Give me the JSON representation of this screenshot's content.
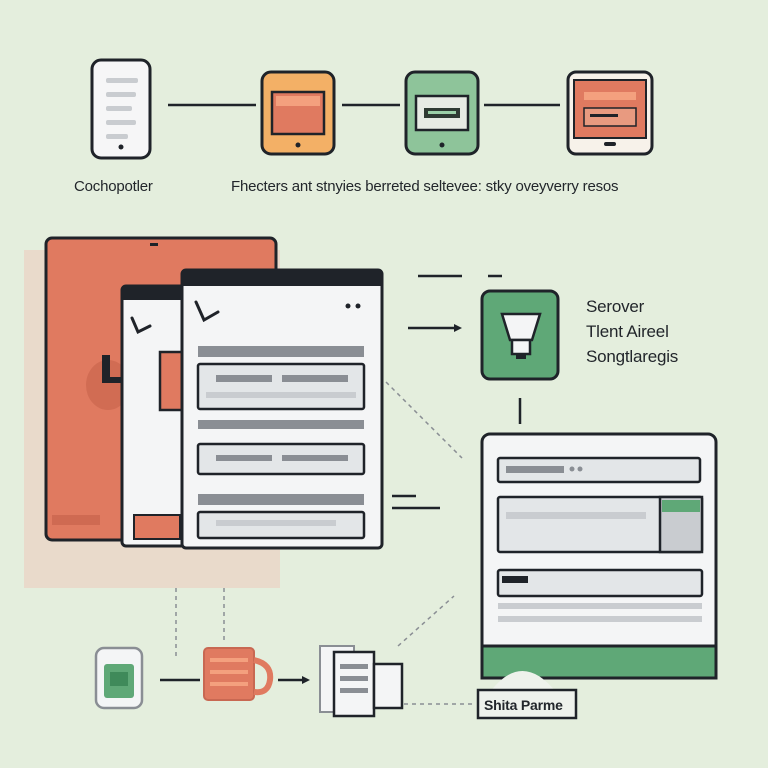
{
  "labels": {
    "top_left": "Cochopotler",
    "caption": "Fhecters ant stnyies berreted seltevee: stky oveyverry resos",
    "server_lines": [
      "Serover",
      "Tlent Aireel",
      "Songtlaregis"
    ],
    "tag": "Shita Parme"
  },
  "colors": {
    "background": "#e4eedd",
    "coral": "#e07a60",
    "green": "#5fa877",
    "orange": "#f3b066",
    "outline": "#1f2329",
    "panel": "#f4f5f6",
    "gray_bar": "#8a8e94"
  },
  "icons": {
    "step_1": "phone-icon",
    "step_2": "tablet-icon",
    "step_3": "tablet-icon",
    "step_4": "laptop-icon",
    "server": "lamp-icon"
  }
}
